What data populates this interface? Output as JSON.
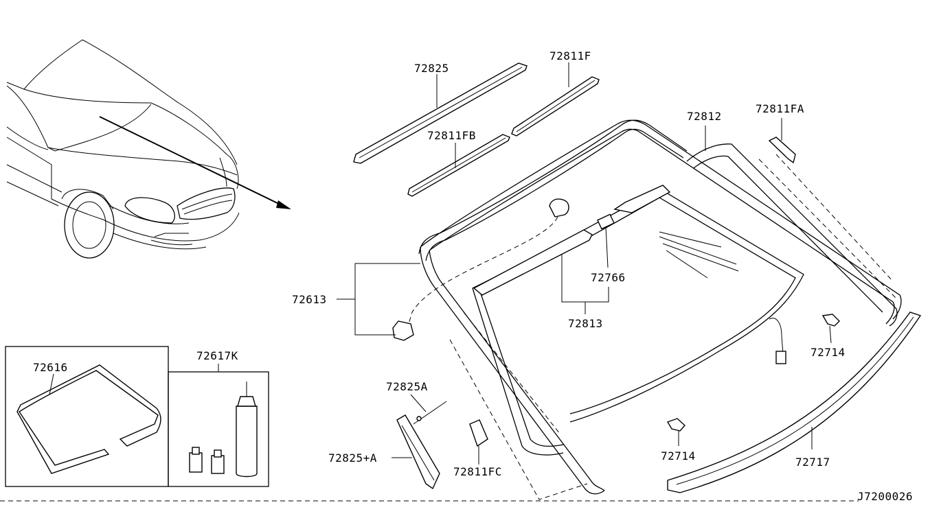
{
  "parts": {
    "p72825": "72825",
    "p72811F": "72811F",
    "p72811FB": "72811FB",
    "p72812": "72812",
    "p72811FA": "72811FA",
    "p72613": "72613",
    "p72766": "72766",
    "p72813": "72813",
    "p72714a": "72714",
    "p72714b": "72714",
    "p72616": "72616",
    "p72617K": "72617K",
    "p72825A": "72825A",
    "p72825plusA": "72825+A",
    "p72811FC": "72811FC",
    "p72717": "72717"
  },
  "diagram_code": "J7200026"
}
